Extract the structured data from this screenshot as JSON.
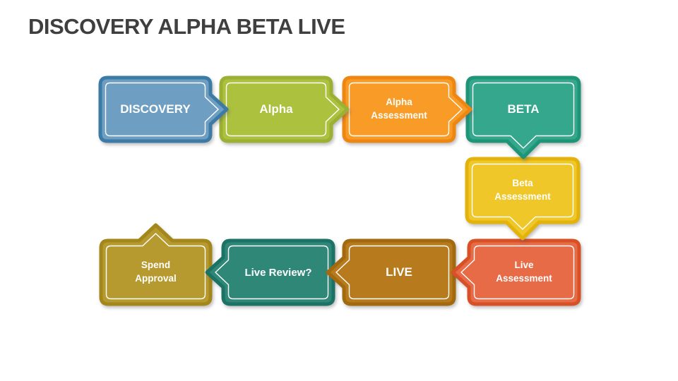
{
  "slide": {
    "title": "DISCOVERY ALPHA BETA LIVE",
    "title_color": "#3f3f3f",
    "background": "#ffffff"
  },
  "diagram": {
    "label_color": "#ffffff",
    "nodes": [
      {
        "id": "discovery",
        "label": "DISCOVERY",
        "line1": "DISCOVERY",
        "arrow": "right",
        "fill": "#6E9FC2",
        "border": "#3D7BA7"
      },
      {
        "id": "alpha",
        "label": "Alpha",
        "line1": "Alpha",
        "arrow": "right",
        "fill": "#ACC13E",
        "border": "#9CB033"
      },
      {
        "id": "alpha-assessment",
        "label": "Alpha Assessment",
        "line1": "Alpha",
        "line2": "Assessment",
        "arrow": "right",
        "fill": "#F99C27",
        "border": "#EE8712"
      },
      {
        "id": "beta",
        "label": "BETA",
        "line1": "BETA",
        "arrow": "down",
        "fill": "#34A78C",
        "border": "#1E9577"
      },
      {
        "id": "beta-assessment",
        "label": "Beta Assessment",
        "line1": "Beta",
        "line2": "Assessment",
        "arrow": "down",
        "fill": "#EFC728",
        "border": "#E3B30C"
      },
      {
        "id": "live-assessment",
        "label": "Live Assessment",
        "line1": "Live",
        "line2": "Assessment",
        "arrow": "left",
        "fill": "#E66B46",
        "border": "#D85026"
      },
      {
        "id": "live",
        "label": "LIVE",
        "line1": "LIVE",
        "arrow": "left",
        "fill": "#B77B1D",
        "border": "#A2690E"
      },
      {
        "id": "live-review",
        "label": "Live Review?",
        "line1": "Live Review?",
        "arrow": "left",
        "fill": "#2F8778",
        "border": "#1C7365"
      },
      {
        "id": "spend-approval",
        "label": "Spend Approval",
        "line1": "Spend",
        "line2": "Approval",
        "arrow": "up",
        "fill": "#B79A2F",
        "border": "#A4871B"
      }
    ]
  }
}
